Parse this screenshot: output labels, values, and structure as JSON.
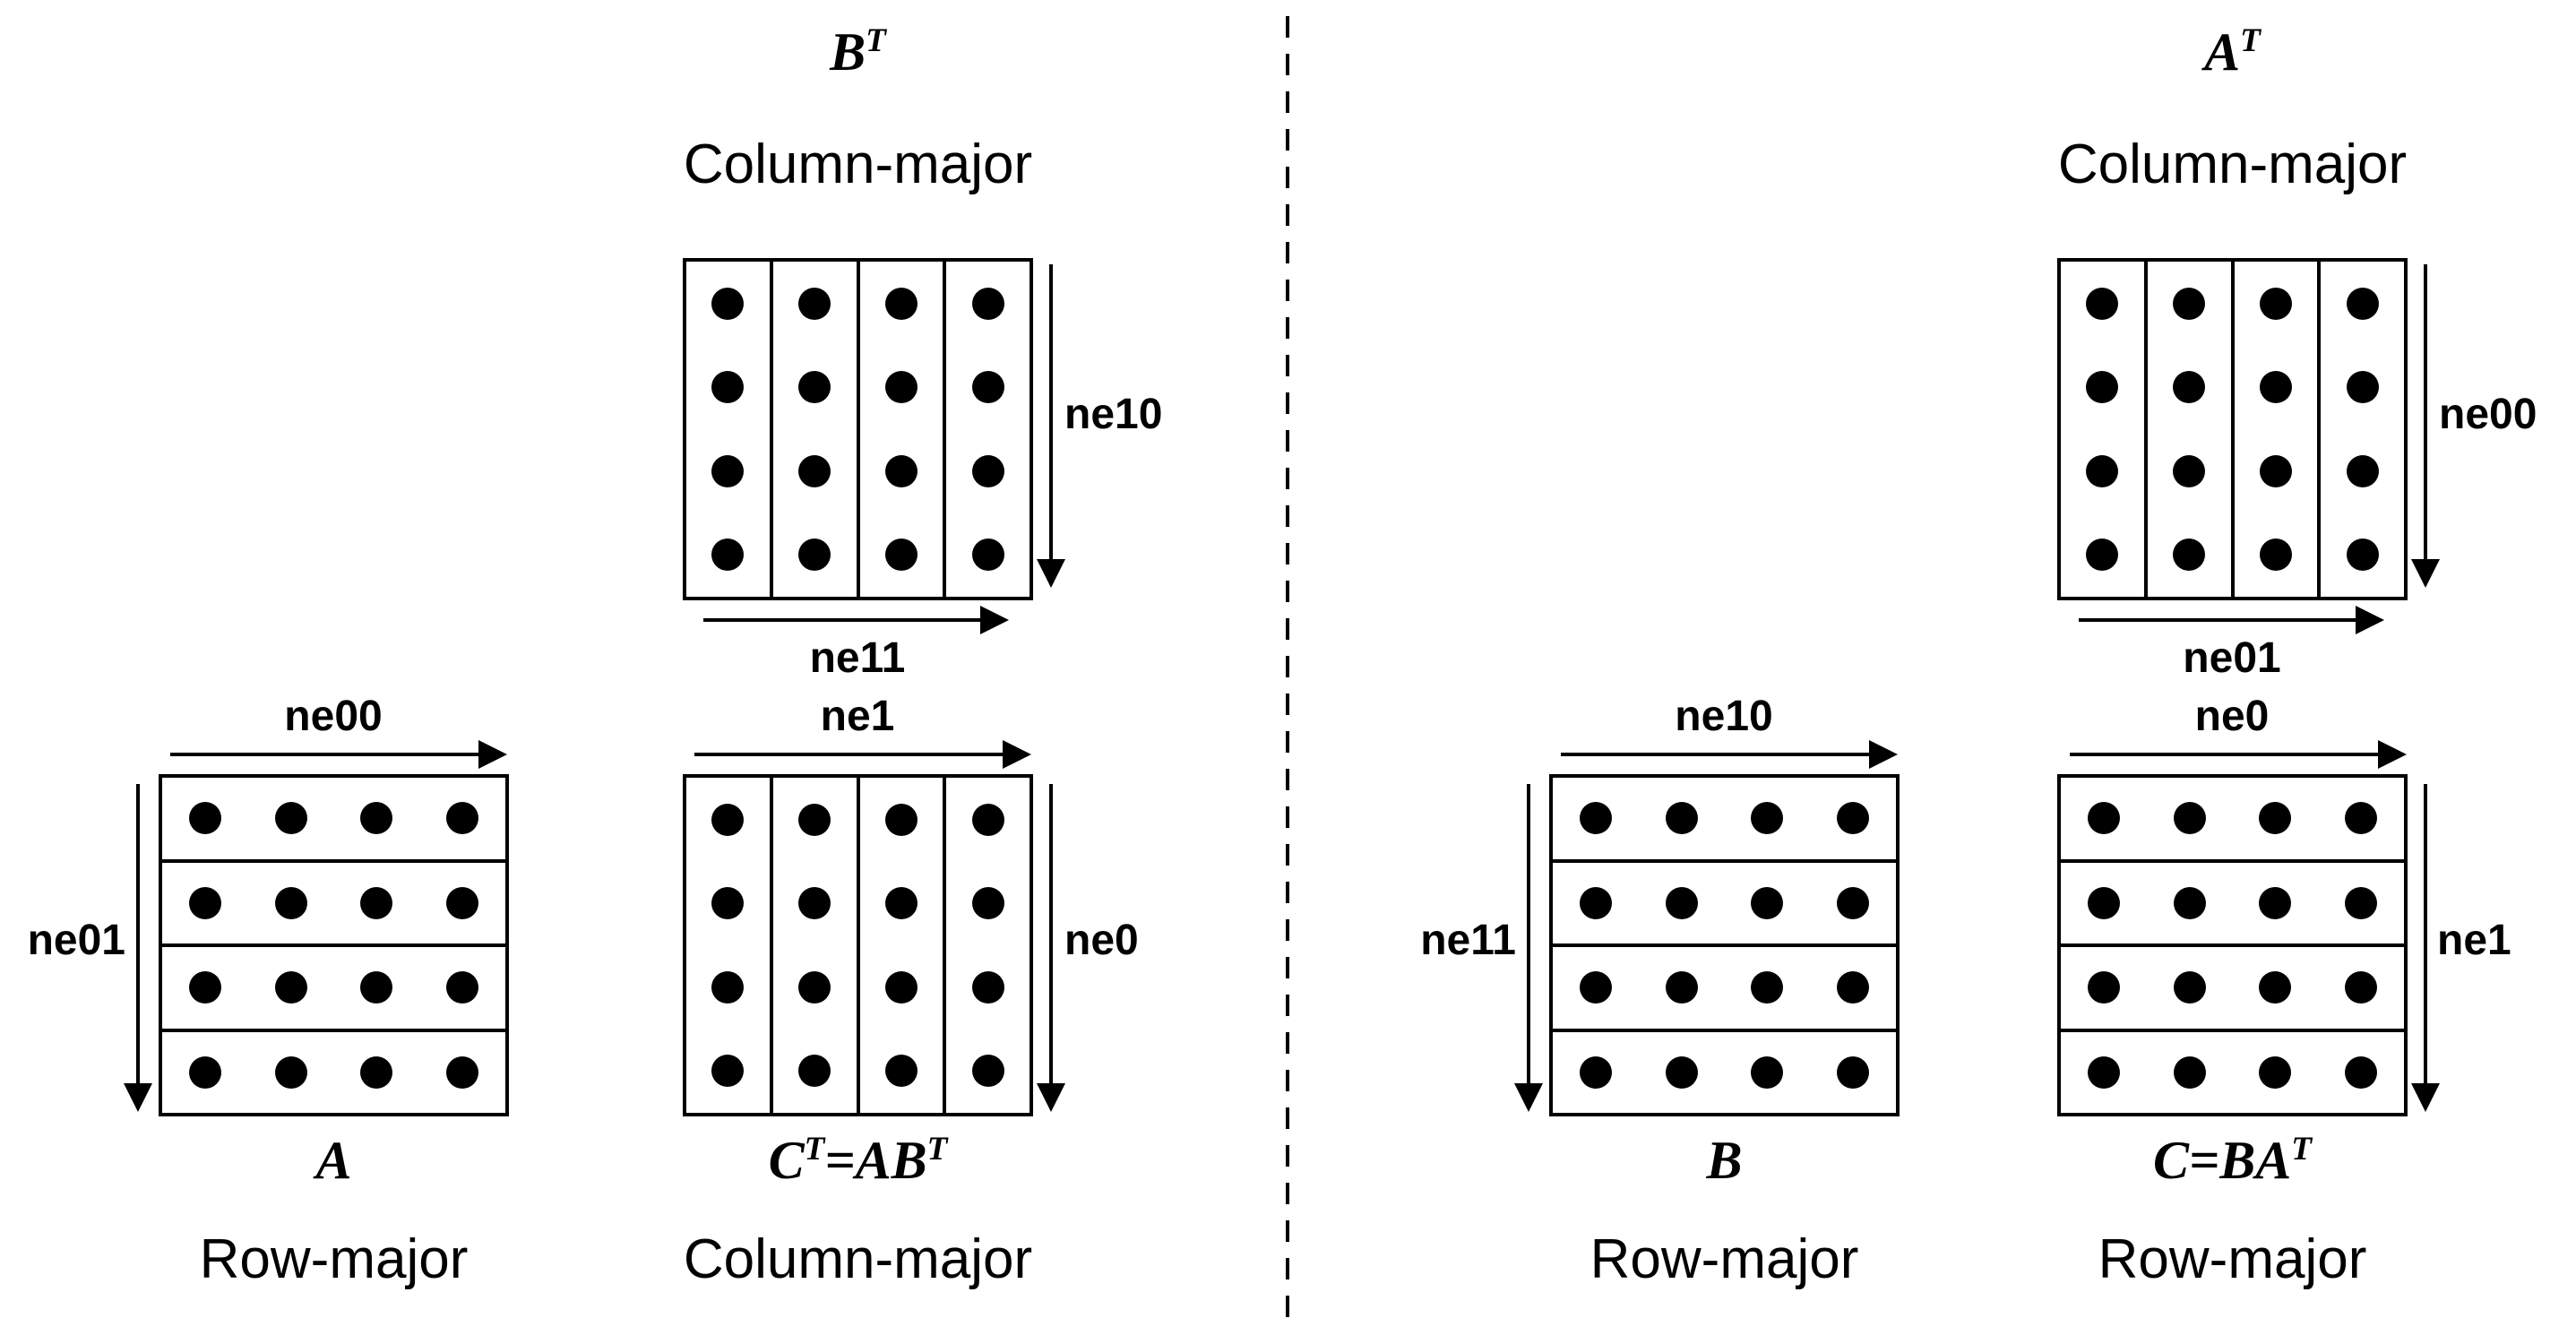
{
  "colors": {
    "ink": "#000000",
    "background": "#ffffff"
  },
  "left": {
    "bt": {
      "name": "B",
      "sup": "T",
      "order": "Column-major",
      "vertical_dim": "ne10",
      "horizontal_dim": "ne11"
    },
    "a": {
      "name": "A",
      "order": "Row-major",
      "horizontal_dim": "ne00",
      "vertical_dim": "ne01"
    },
    "ct": {
      "name_parts": {
        "p1": "C",
        "s1": "T",
        "p2": "=AB",
        "s2": "T"
      },
      "order": "Column-major",
      "horizontal_dim": "ne1",
      "vertical_dim": "ne0"
    }
  },
  "right": {
    "at": {
      "name": "A",
      "sup": "T",
      "order": "Column-major",
      "vertical_dim": "ne00",
      "horizontal_dim": "ne01"
    },
    "b": {
      "name": "B",
      "order": "Row-major",
      "horizontal_dim": "ne10",
      "vertical_dim": "ne11"
    },
    "c": {
      "name_parts": {
        "p1": "C=BA",
        "s1": "T"
      },
      "order": "Row-major",
      "horizontal_dim": "ne0",
      "vertical_dim": "ne1"
    }
  }
}
